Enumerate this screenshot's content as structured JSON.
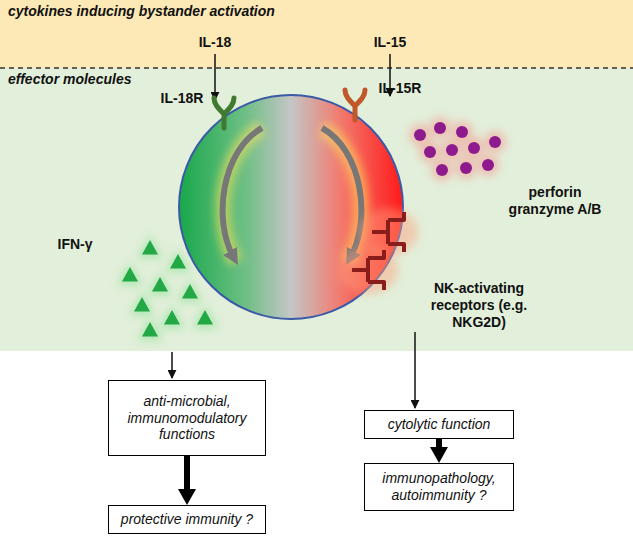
{
  "diagram": {
    "nodes": [
      {
        "text": [
          "cytokines inducing bystander activation"
        ]
      },
      {
        "text": [
          "effector molecules"
        ]
      },
      {
        "text": [
          "anti-microbial, immunomodulatory functions"
        ]
      },
      {
        "text": [
          "protective immunity ?"
        ]
      },
      {
        "text": [
          "cytolytic function"
        ]
      },
      {
        "text": [
          "immunopathology, autoimmunity ?"
        ]
      }
    ],
    "edges": [
      {
        "from": 2,
        "to": 3,
        "arrow": "to"
      },
      {
        "from": 4,
        "to": 5,
        "arrow": "to"
      }
    ],
    "labels": [
      "IL-18",
      "IL-15",
      "IL-18R",
      "IL-15R",
      "perforin granzyme A/B",
      "IFN-γ",
      "NK-activating receptors (e.g. NKG2D)"
    ]
  }
}
